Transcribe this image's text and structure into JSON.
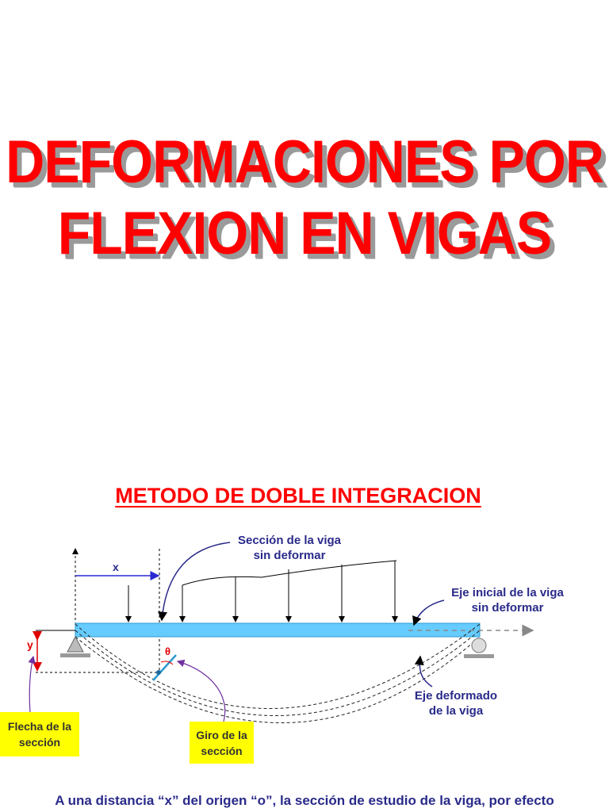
{
  "title": {
    "line1": "DEFORMACIONES POR",
    "line2": "FLEXION EN VIGAS"
  },
  "subtitle": "METODO DE DOBLE INTEGRACION",
  "diagram": {
    "label_x": "x",
    "label_y": "y",
    "label_theta": "θ",
    "label_seccion": "Sección de la viga\nsin deformar",
    "label_eje_inicial": "Eje inicial de la viga\nsin deformar",
    "label_eje_deformado": "Eje deformado\nde la viga",
    "box_flecha": "Flecha de la\nsección",
    "box_giro": "Giro de la\nsección"
  },
  "bottom_text": "A una distancia “x” del origen “o”, la sección de estudio de la viga, por efecto",
  "colors": {
    "title": "#ff0000",
    "title_shadow": "#9a9a9a",
    "beam": "#66ccff",
    "label_blue": "#2a2a8a",
    "arrow_purple": "#7030a0",
    "box_yellow": "#ffff00"
  }
}
